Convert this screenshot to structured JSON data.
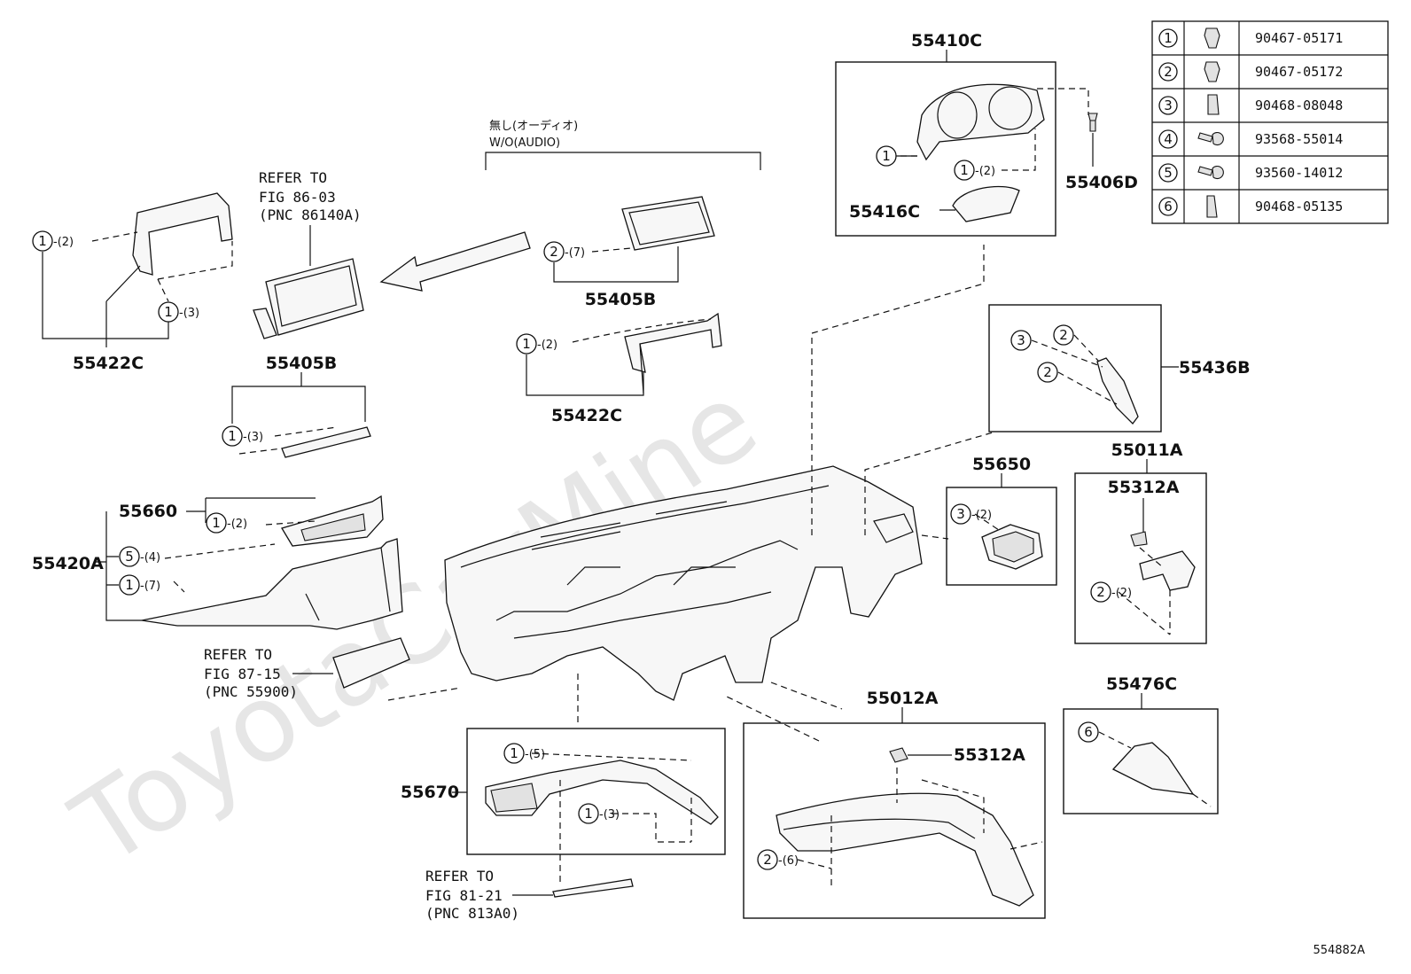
{
  "watermark": "ToyotaCarMine",
  "fig_id": "554882A",
  "audio_note": {
    "jp": "無し(オーディオ)",
    "en": "W/O(AUDIO)"
  },
  "refers": [
    {
      "l1": "REFER TO",
      "l2": "FIG 86-03",
      "l3": "(PNC 86140A)"
    },
    {
      "l1": "REFER TO",
      "l2": "FIG 87-15",
      "l3": "(PNC 55900)"
    },
    {
      "l1": "REFER TO",
      "l2": "FIG 81-21",
      "l3": "(PNC 813A0)"
    }
  ],
  "parts": {
    "p55410C": "55410C",
    "p55406D": "55406D",
    "p55416C": "55416C",
    "p55405B_top": "55405B",
    "p55405B_mid": "55405B",
    "p55422C_left": "55422C",
    "p55422C_mid": "55422C",
    "p55436B": "55436B",
    "p55011A": "55011A",
    "p55312A_a": "55312A",
    "p55650": "55650",
    "p55660": "55660",
    "p55420A": "55420A",
    "p55670": "55670",
    "p55012A": "55012A",
    "p55312A_b": "55312A",
    "p55476C": "55476C"
  },
  "fasteners": [
    {
      "key": "1",
      "part": "90467-05171"
    },
    {
      "key": "2",
      "part": "90467-05172"
    },
    {
      "key": "3",
      "part": "90468-08048"
    },
    {
      "key": "4",
      "part": "93568-55014"
    },
    {
      "key": "5",
      "part": "93560-14012"
    },
    {
      "key": "6",
      "part": "90468-05135"
    }
  ],
  "callouts": {
    "c1": {
      "n": "1",
      "q": ""
    },
    "c2": {
      "n": "1",
      "q": "-(2)"
    },
    "c3": {
      "n": "1",
      "q": "-(2)"
    },
    "c4": {
      "n": "1",
      "q": "-(3)"
    },
    "c5": {
      "n": "2",
      "q": "-(7)"
    },
    "c6": {
      "n": "1",
      "q": "-(2)"
    },
    "c7": {
      "n": "1",
      "q": "-(3)"
    },
    "c8": {
      "n": "3",
      "q": ""
    },
    "c9": {
      "n": "2",
      "q": ""
    },
    "c10": {
      "n": "2",
      "q": ""
    },
    "c11": {
      "n": "3",
      "q": "-(2)"
    },
    "c12": {
      "n": "2",
      "q": "-(2)"
    },
    "c13": {
      "n": "1",
      "q": "-(2)"
    },
    "c14": {
      "n": "5",
      "q": "-(4)"
    },
    "c15": {
      "n": "1",
      "q": "-(7)"
    },
    "c16": {
      "n": "1",
      "q": "-(5)"
    },
    "c17": {
      "n": "1",
      "q": "-(3)"
    },
    "c18": {
      "n": "2",
      "q": "-(6)"
    },
    "c19": {
      "n": "6",
      "q": ""
    }
  },
  "colors": {
    "line": "#111111",
    "watermark": "#e6e6e6",
    "part_fill": "#f7f7f7"
  }
}
